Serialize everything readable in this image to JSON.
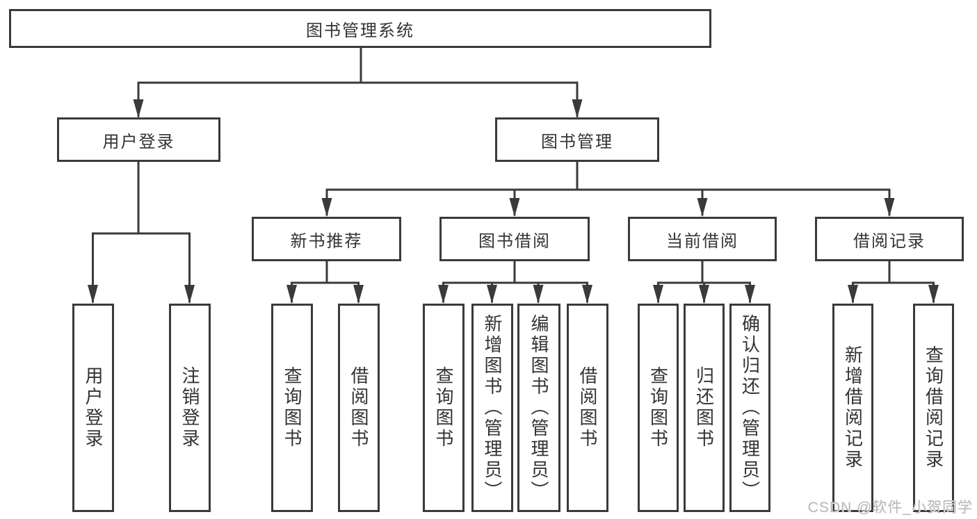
{
  "tree": {
    "label": "图书管理系统",
    "children": [
      {
        "label": "用户登录",
        "children": [
          {
            "label": "用户登录"
          },
          {
            "label": "注销登录"
          }
        ]
      },
      {
        "label": "图书管理",
        "children": [
          {
            "label": "新书推荐",
            "children": [
              {
                "label": "查询图书"
              },
              {
                "label": "借阅图书"
              }
            ]
          },
          {
            "label": "图书借阅",
            "children": [
              {
                "label": "查询图书"
              },
              {
                "label": "新增图书（管理员）"
              },
              {
                "label": "编辑图书（管理员）"
              },
              {
                "label": "借阅图书"
              }
            ]
          },
          {
            "label": "当前借阅",
            "children": [
              {
                "label": "查询图书"
              },
              {
                "label": "归还图书"
              },
              {
                "label": "确认归还（管理员）"
              }
            ]
          },
          {
            "label": "借阅记录",
            "children": [
              {
                "label": "新增借阅记录"
              },
              {
                "label": "查询借阅记录"
              }
            ]
          }
        ]
      }
    ]
  },
  "watermark": "CSDN @软件_小贺同学",
  "colors": {
    "line": "#3a3a3a",
    "text": "#333333",
    "watermark": "#b9b9b9",
    "background": "#ffffff"
  }
}
